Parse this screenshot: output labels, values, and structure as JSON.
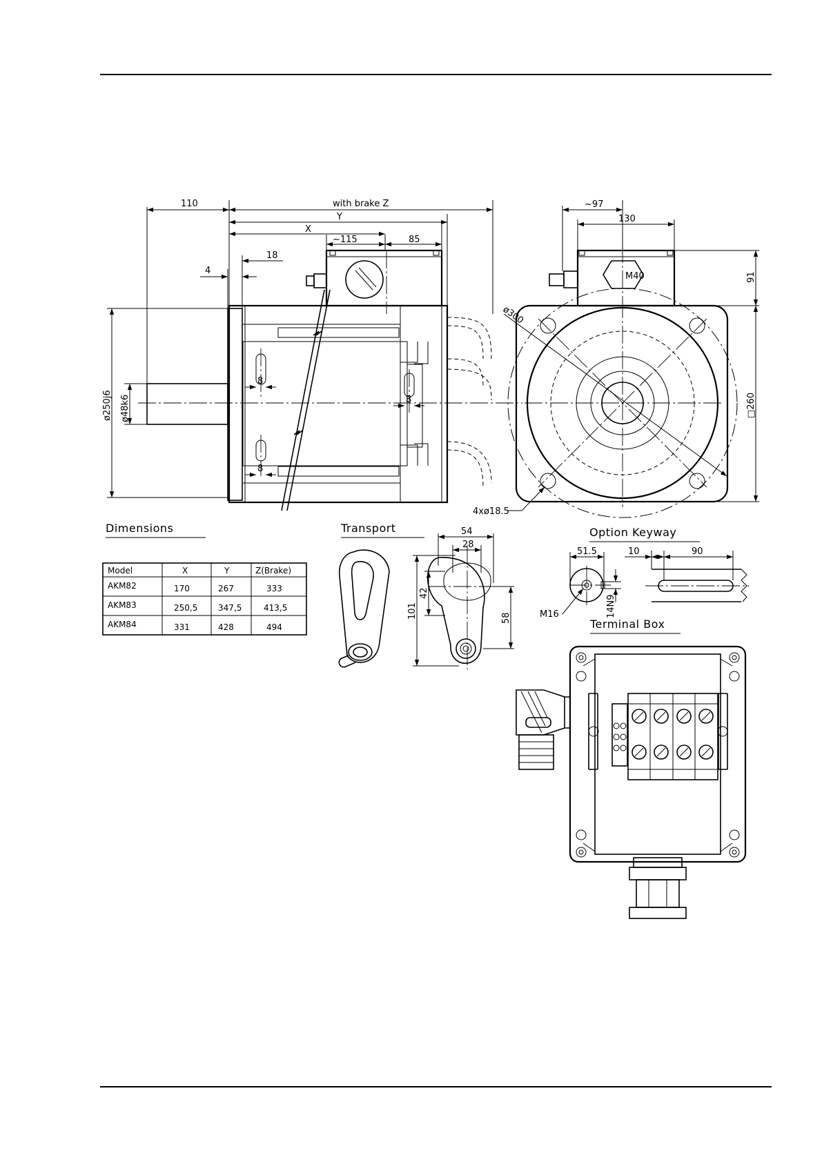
{
  "dims": {
    "d110": "110",
    "brakeZ": "with brake Z",
    "Y": "Y",
    "X": "X",
    "d115": "~115",
    "d85": "85",
    "d18": "18",
    "d4": "4",
    "d250": "ø250j6",
    "d48": "ø48k6",
    "d8a": "8",
    "d8b": "8",
    "d8c": "8",
    "d97": "~97",
    "d130": "130",
    "m40": "M40",
    "d91": "91",
    "d300": "ø300",
    "d260": "□260",
    "holes": "4xø18.5"
  },
  "sections": {
    "dimensions": "Dimensions",
    "transport": "Transport",
    "keyway": "Option Keyway",
    "terminal": "Terminal Box"
  },
  "table": {
    "headers": [
      "Model",
      "X",
      "Y",
      "Z(Brake)"
    ],
    "rows": [
      [
        "AKM82",
        "170",
        "267",
        "333"
      ],
      [
        "AKM83",
        "250,5",
        "347,5",
        "413,5"
      ],
      [
        "AKM84",
        "331",
        "428",
        "494"
      ]
    ]
  },
  "transport": {
    "d54": "54",
    "d28": "28",
    "d42": "42",
    "d101": "101",
    "d58": "58"
  },
  "keyway": {
    "d51": "51.5",
    "d10": "10",
    "d90": "90",
    "m16": "M16",
    "n9": "14N9"
  }
}
